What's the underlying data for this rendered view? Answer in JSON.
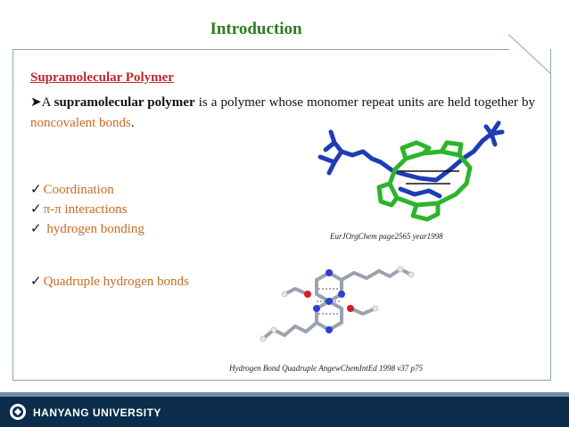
{
  "slide": {
    "title": "Introduction"
  },
  "section": {
    "heading": "Supramolecular Polymer",
    "definition_prefix": "A ",
    "definition_term": "supramolecular polymer",
    "definition_middle": " is a polymer whose monomer repeat units are held together by ",
    "definition_accent": "noncovalent bonds",
    "definition_suffix": "."
  },
  "interactions": [
    "Coordination",
    "π-π interactions",
    " hydrogen bonding"
  ],
  "quadruple": "Quadruple hydrogen bonds",
  "captions": {
    "figure1": "EurJOrgChem page2565 year1998",
    "figure2": "Hydrogen Bond Quadruple AngewChemIntEd 1998 v37 p75"
  },
  "footer": {
    "university": "HANYANG UNIVERSITY"
  },
  "colors": {
    "title": "#2e7d1f",
    "heading": "#c1272d",
    "accent": "#c96a1f",
    "footer": "#0b2c4a"
  },
  "icons": {
    "bullet_arrow": "arrow-bullet-icon",
    "check": "checkmark-icon",
    "logo": "university-seal-icon"
  }
}
